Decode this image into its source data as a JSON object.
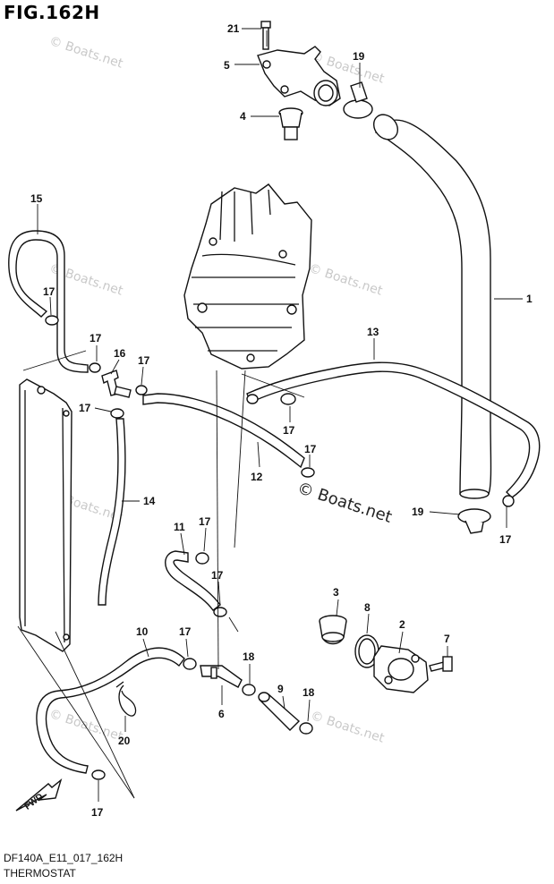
{
  "figure": {
    "title": "FIG.162H",
    "code": "DF140A_E11_017_162H",
    "name": "THERMOSTAT",
    "watermark": "© Boats.net"
  },
  "callouts": [
    {
      "id": "c21",
      "label": "21"
    },
    {
      "id": "c5",
      "label": "5"
    },
    {
      "id": "c19a",
      "label": "19"
    },
    {
      "id": "c4",
      "label": "4"
    },
    {
      "id": "c15",
      "label": "15"
    },
    {
      "id": "c1",
      "label": "1"
    },
    {
      "id": "c17a",
      "label": "17"
    },
    {
      "id": "c13",
      "label": "13"
    },
    {
      "id": "c17b",
      "label": "17"
    },
    {
      "id": "c16",
      "label": "16"
    },
    {
      "id": "c17c",
      "label": "17"
    },
    {
      "id": "c17d",
      "label": "17"
    },
    {
      "id": "c17e",
      "label": "17"
    },
    {
      "id": "c17f",
      "label": "17"
    },
    {
      "id": "c12",
      "label": "12"
    },
    {
      "id": "c14",
      "label": "14"
    },
    {
      "id": "c19b",
      "label": "19"
    },
    {
      "id": "c17g",
      "label": "17"
    },
    {
      "id": "c11",
      "label": "11"
    },
    {
      "id": "c17h",
      "label": "17"
    },
    {
      "id": "c17i",
      "label": "17"
    },
    {
      "id": "c3",
      "label": "3"
    },
    {
      "id": "c8",
      "label": "8"
    },
    {
      "id": "c2",
      "label": "2"
    },
    {
      "id": "c7",
      "label": "7"
    },
    {
      "id": "c10",
      "label": "10"
    },
    {
      "id": "c17j",
      "label": "17"
    },
    {
      "id": "c18a",
      "label": "18"
    },
    {
      "id": "c9",
      "label": "9"
    },
    {
      "id": "c18b",
      "label": "18"
    },
    {
      "id": "c6",
      "label": "6"
    },
    {
      "id": "c20",
      "label": "20"
    },
    {
      "id": "c17k",
      "label": "17"
    }
  ],
  "fwd_label": "FWD"
}
